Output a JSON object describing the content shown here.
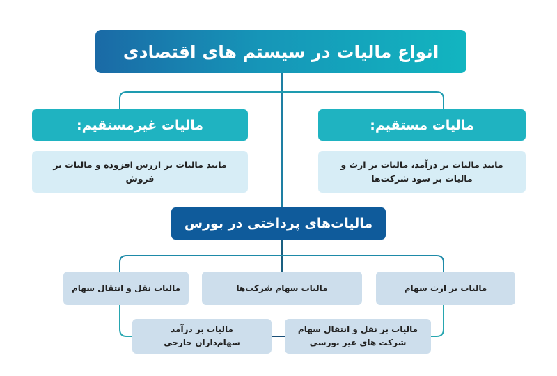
{
  "title": "انواع مالیات در سیستم های اقتصادی",
  "colors": {
    "title_gradient_start": "#1a6aa6",
    "title_gradient_end": "#12b5c0",
    "teal": "#1fb3c1",
    "desc_bg": "#d7edf6",
    "navy": "#0f5b9b",
    "leaf_bg": "#cddeec",
    "connector": "#1e8aa8"
  },
  "categories": [
    {
      "label": "مالیات مستقیم:",
      "description": "مانند مالیات بر درآمد، مالیات بر ارث و مالیات بر سود شرکت‌ها"
    },
    {
      "label": "مالیات غیرمستقیم:",
      "description": "مانند مالیات بر ارزش افزوده و مالیات بر فروش"
    }
  ],
  "bourse": {
    "title": "مالیات‌های پرداختی در بورس",
    "items": [
      {
        "label": "مالیات بر ارث سهام"
      },
      {
        "label": "مالیات سهام شرکت‌ها"
      },
      {
        "label": "مالیات نقل و انتقال سهام"
      },
      {
        "label": "مالیات بر نقل و انتقال سهام شرکت های غیر بورسی"
      },
      {
        "label": "مالیات بر درآمد سهام‌داران خارجی"
      }
    ]
  }
}
